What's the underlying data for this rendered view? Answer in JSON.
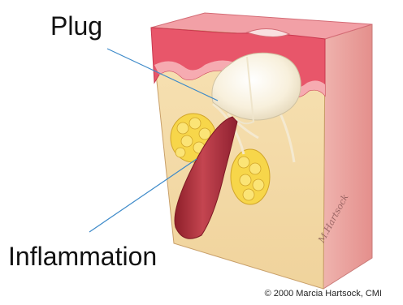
{
  "labels": {
    "plug": "Plug",
    "inflammation": "Inflammation"
  },
  "credit": "© 2000  Marcia Hartsock, CMI",
  "colors": {
    "epidermis": "#e8566a",
    "epidermis_light": "#f7b5b9",
    "dermis": "#f4dba8",
    "side_face": "#e9a3a0",
    "plug": "#fbf6ea",
    "sebaceous": "#f7d64a",
    "inflammation": "#b5323c",
    "leader_line": "#3d8ac9"
  }
}
